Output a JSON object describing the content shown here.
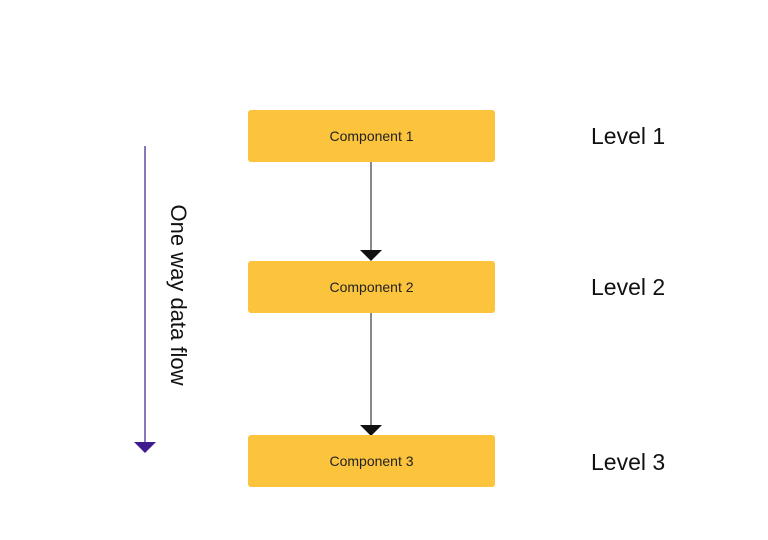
{
  "colors": {
    "component_fill": "#fcc43d",
    "arrow": "#111111",
    "flow_arrow": "#3e1c8e"
  },
  "components": [
    {
      "label": "Component 1"
    },
    {
      "label": "Component 2"
    },
    {
      "label": "Component 3"
    }
  ],
  "levels": [
    {
      "label": "Level 1"
    },
    {
      "label": "Level 2"
    },
    {
      "label": "Level 3"
    }
  ],
  "flow": {
    "label": "One way data flow"
  },
  "edges": [
    {
      "from": "Component 1",
      "to": "Component 2"
    },
    {
      "from": "Component 2",
      "to": "Component 3"
    }
  ]
}
